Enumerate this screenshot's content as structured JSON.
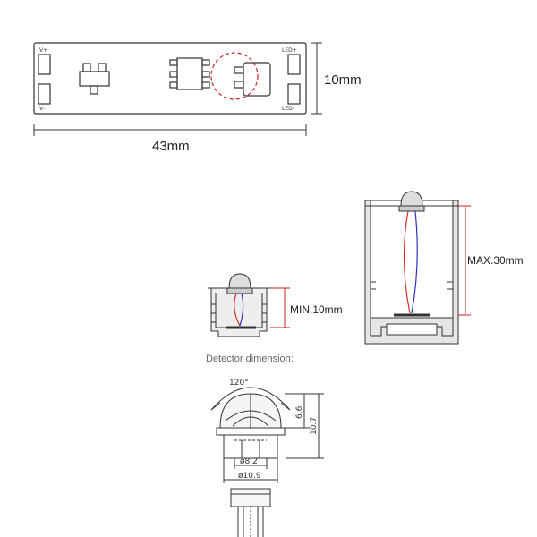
{
  "pcb": {
    "pad_labels": {
      "v_plus": "V+",
      "v_minus": "V-",
      "led_plus": "LED+",
      "led_minus": "LED-"
    },
    "width_label": "10mm",
    "length_label": "43mm"
  },
  "profiles": {
    "min_label": "MIN.10mm",
    "max_label": "MAX.30mm"
  },
  "detector": {
    "caption": "Detector dimension:",
    "angle_label": "120°",
    "dim_6_6": "6.6",
    "dim_10_7": "10.7",
    "dim_8_2": "ø8.2",
    "dim_10_9": "ø10.9"
  },
  "colors": {
    "line": "#333333",
    "dimension_red": "#cc2222",
    "wire_red": "#d03030",
    "wire_blue": "#3030c0",
    "caption_gray": "#666666",
    "profile_fill": "#e6e6e6"
  }
}
